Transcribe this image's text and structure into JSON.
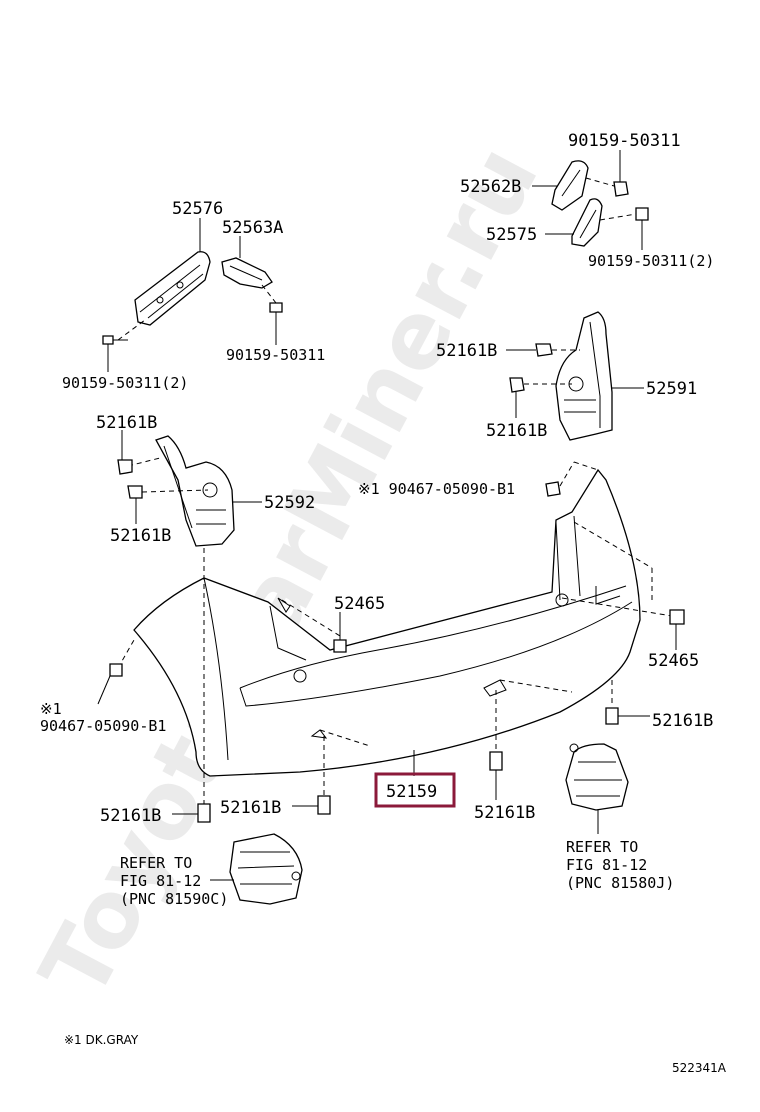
{
  "labels": {
    "p52576": "52576",
    "p52563a": "52563A",
    "p90159_50311_2_left": "90159-50311(2)",
    "p90159_50311_left": "90159-50311",
    "p90159_50311_top": "90159-50311",
    "p52562b": "52562B",
    "p52575": "52575",
    "p90159_50311_2_right": "90159-50311(2)",
    "p52161b_r1": "52161B",
    "p52161b_r2": "52161B",
    "p52591": "52591",
    "p52161b_l1": "52161B",
    "p52161b_l2": "52161B",
    "p52592": "52592",
    "p90467_center": "※1 90467-05090-B1",
    "p52465_a": "52465",
    "p52465_b": "52465",
    "p_mark1": "※1",
    "p90467_left": "90467-05090-B1",
    "p52161b_br": "52161B",
    "p52161b_bl": "52161B",
    "p52161b_bm": "52161B",
    "p52161b_bc": "52161B",
    "p52159": "52159",
    "ref_left_1": "REFER TO",
    "ref_left_2": "FIG 81-12",
    "ref_left_3": "(PNC 81590C)",
    "ref_right_1": "REFER TO",
    "ref_right_2": "FIG 81-12",
    "ref_right_3": "(PNC 81580J)"
  },
  "footnote": "※1 DK.GRAY",
  "diagram_id": "522341A",
  "watermark": "ToyotaCarMiner.ru",
  "colors": {
    "highlight_box": "#8b1a3a",
    "watermark": "#dcdcdc"
  }
}
